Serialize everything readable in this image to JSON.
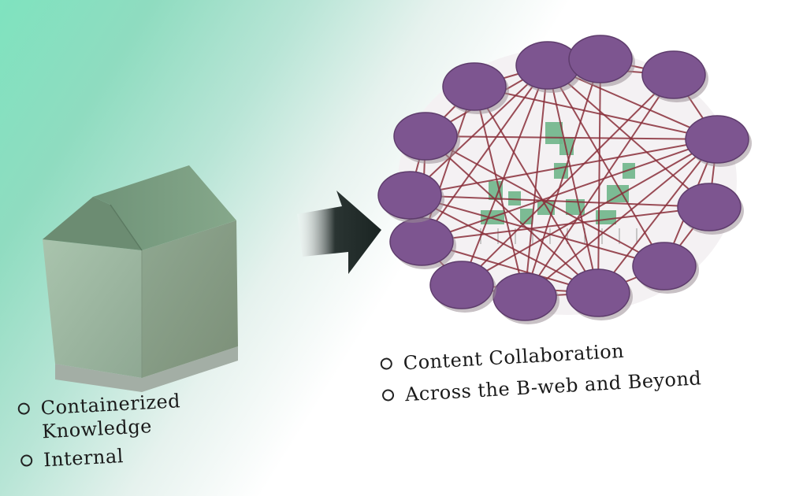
{
  "left_bullets": [
    {
      "text": "Containerized\nKnowledge"
    },
    {
      "text": "Internal"
    }
  ],
  "right_bullets": [
    {
      "text": "Content Collaboration"
    },
    {
      "text": "Across the B-web and Beyond"
    }
  ],
  "colors": {
    "node_fill": "#7d5590",
    "node_edge": "#5e3c6c",
    "link": "#8a2f3a",
    "square": "#6fb58a",
    "box_face": "#9bb59f",
    "arrow": "#1f2a28"
  }
}
